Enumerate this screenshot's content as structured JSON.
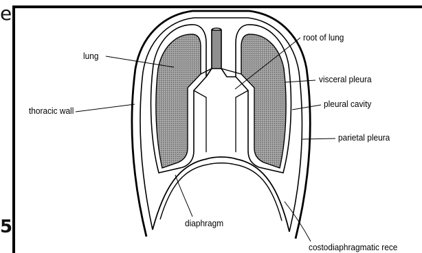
{
  "fragments": {
    "top_char": "e",
    "left_char": "5"
  },
  "labels": {
    "lung": "lung",
    "thoracic_wall": "thoracic wall",
    "root_of_lung": "root of lung",
    "visceral_pleura": "visceral pleura",
    "pleural_cavity": "pleural cavity",
    "parietal_pleura": "parietal pleura",
    "diaphragm": "diaphragm",
    "costodiaphragmatic_recess": "costodiaphragmatic rece"
  },
  "colors": {
    "outline": "#000000",
    "lung_fill": "#8f8f8f",
    "background": "#ffffff"
  }
}
